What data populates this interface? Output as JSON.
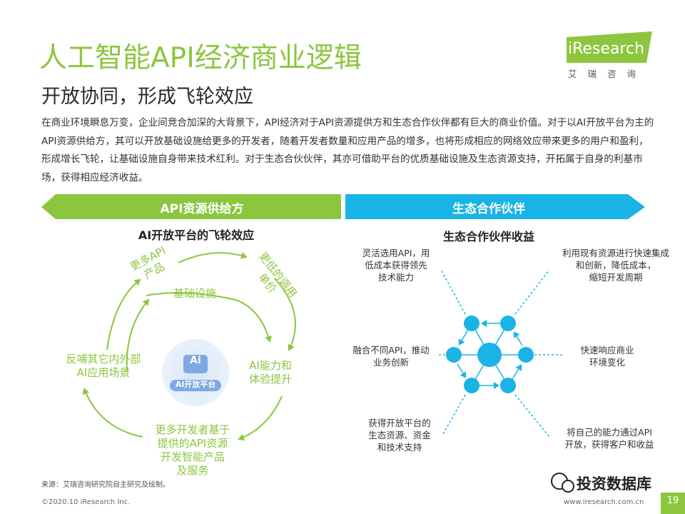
{
  "header": {
    "title": "人工智能API经济商业逻辑",
    "subtitle": "开放协同，形成飞轮效应",
    "intro": "在商业环境瞬息万变，企业间竞合加深的大背景下，API经济对于API资源提供方和生态合作伙伴都有巨大的商业价值。对于以AI开放平台为主的API资源供给方，其可以开放基础设施给更多的开发者，随着开发者数量和应用产品的增多，也将形成相应的网络效应带来更多的用户和盈利，形成增长飞轮，让基础设施自身带来技术红利。对于生态合伙伙伴，其亦可借助平台的优质基础设施及生态资源支持，开拓属于自身的利基市场，获得相应经济收益。"
  },
  "logo": {
    "word": "iResearch",
    "cn": "艾瑞咨询"
  },
  "band": {
    "left_label": "API资源供给方",
    "right_label": "生态合作伙伴",
    "left_color": "#8cc63f",
    "right_color": "#1ab3e6"
  },
  "left_panel": {
    "heading": "AI开放平台的飞轮效应",
    "nodes": {
      "more_api": [
        "更多API",
        "产品"
      ],
      "lower_price": [
        "更低的调用",
        "单价"
      ],
      "infra": "基础设施",
      "ai_ability": [
        "AI能力和",
        "体验提升"
      ],
      "dev": [
        "更多开发者基于",
        "提供的API资源",
        "开发智能产品",
        "及服务"
      ],
      "feedback": [
        "反哺其它内外部",
        "AI应用场景"
      ]
    },
    "core": {
      "icon_text": "Ai",
      "label": "AI开放平台"
    }
  },
  "right_panel": {
    "heading": "生态合作伙伴收益",
    "benefits": {
      "top_left": [
        "灵活选用API，用",
        "低成本获得领先",
        "技术能力"
      ],
      "top_right": [
        "利用现有资源进行快速集成",
        "和创新，降低成本，",
        "缩短开发周期"
      ],
      "mid_left": [
        "融合不同API，推动",
        "业务创新"
      ],
      "mid_right": [
        "快速响应商业",
        "环境变化"
      ],
      "bottom_left": [
        "获得开放平台的",
        "生态资源、资金",
        "和技术支持"
      ],
      "bottom_right": [
        "将自己的能力通过API",
        "开放，获得客户和收益"
      ]
    }
  },
  "footer": {
    "source": "来源：艾瑞咨询研究院自主研究及绘制。",
    "copyright": "©2020.10 iResearch Inc.",
    "website": "www.iresearch.com.cn",
    "page": "19",
    "watermark": "投资数据库"
  }
}
